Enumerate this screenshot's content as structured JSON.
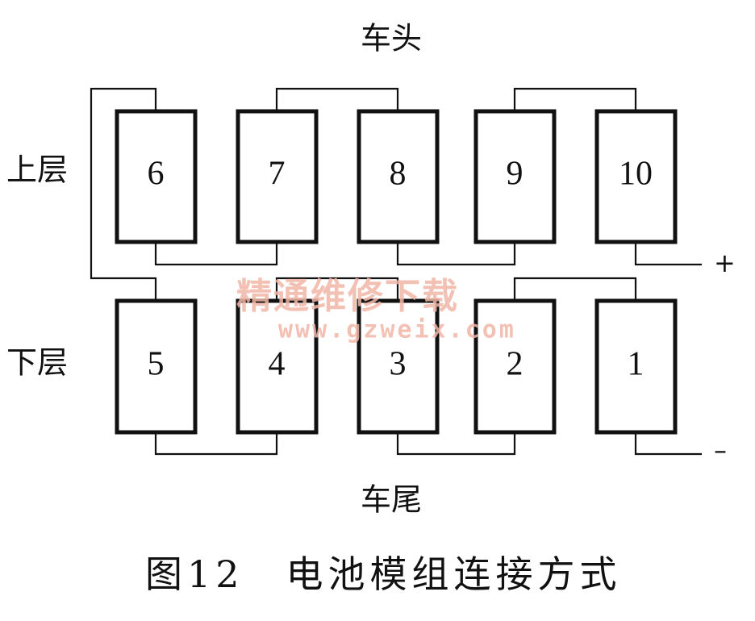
{
  "labels": {
    "front": "车头",
    "rear": "车尾",
    "upper": "上层",
    "lower": "下层",
    "plus": "+",
    "minus": "–"
  },
  "cells": {
    "upper": [
      "6",
      "7",
      "8",
      "9",
      "10"
    ],
    "lower": [
      "5",
      "4",
      "3",
      "2",
      "1"
    ]
  },
  "caption": "图12　电池模组连接方式",
  "watermark": {
    "line1": "精通维修下载",
    "line2": "www.gzweix.com",
    "color": "#f2b7a7"
  }
}
